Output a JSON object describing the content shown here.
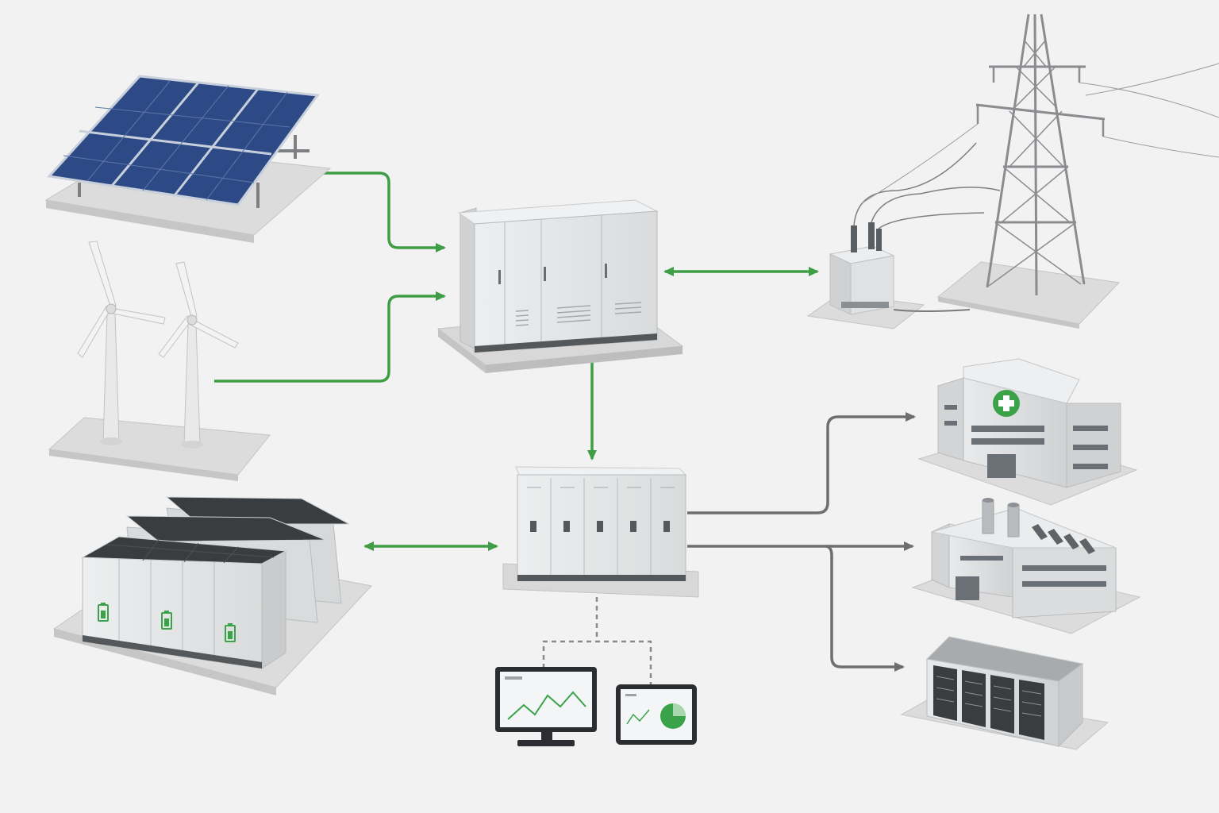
{
  "diagram": {
    "type": "energy-system-flow",
    "text_labels": []
  },
  "colors": {
    "background": "#f2f2f2",
    "flow_green": "#3f9e45",
    "flow_gray": "#6e6e6e",
    "cabinet": "#e1e3e4",
    "solar_panel": "#2e4a86",
    "battery_top": "#3a3d40",
    "accent_green": "#3aa34a"
  },
  "nodes": [
    {
      "id": "solar",
      "name": "solar-array",
      "icon": "solar-panel-icon"
    },
    {
      "id": "wind",
      "name": "wind-turbines",
      "icon": "wind-turbine-icon"
    },
    {
      "id": "inverter",
      "name": "inverter-cabinet",
      "icon": "electrical-cabinet-icon"
    },
    {
      "id": "grid",
      "name": "grid-transformer-tower",
      "icon": "power-pylon-icon"
    },
    {
      "id": "switchgear",
      "name": "switchgear-cabinet",
      "icon": "switchgear-icon"
    },
    {
      "id": "battery",
      "name": "battery-storage",
      "icon": "battery-icon"
    },
    {
      "id": "monitoring",
      "name": "monitoring-displays",
      "icon": "monitor-chart-icon"
    },
    {
      "id": "hospital",
      "name": "hospital-building",
      "icon": "hospital-icon"
    },
    {
      "id": "factory",
      "name": "factory-building",
      "icon": "factory-icon"
    },
    {
      "id": "datacenter",
      "name": "data-center",
      "icon": "server-rack-icon"
    }
  ],
  "edges": [
    {
      "from": "solar",
      "to": "inverter",
      "style": "green-arrow"
    },
    {
      "from": "wind",
      "to": "inverter",
      "style": "green-arrow"
    },
    {
      "from": "inverter",
      "to": "grid",
      "style": "green-double-arrow"
    },
    {
      "from": "inverter",
      "to": "switchgear",
      "style": "green-arrow"
    },
    {
      "from": "switchgear",
      "to": "battery",
      "style": "green-double-arrow"
    },
    {
      "from": "switchgear",
      "to": "monitoring",
      "style": "gray-dashed"
    },
    {
      "from": "switchgear",
      "to": "hospital",
      "style": "gray-arrow"
    },
    {
      "from": "switchgear",
      "to": "factory",
      "style": "gray-arrow"
    },
    {
      "from": "switchgear",
      "to": "datacenter",
      "style": "gray-arrow"
    }
  ]
}
